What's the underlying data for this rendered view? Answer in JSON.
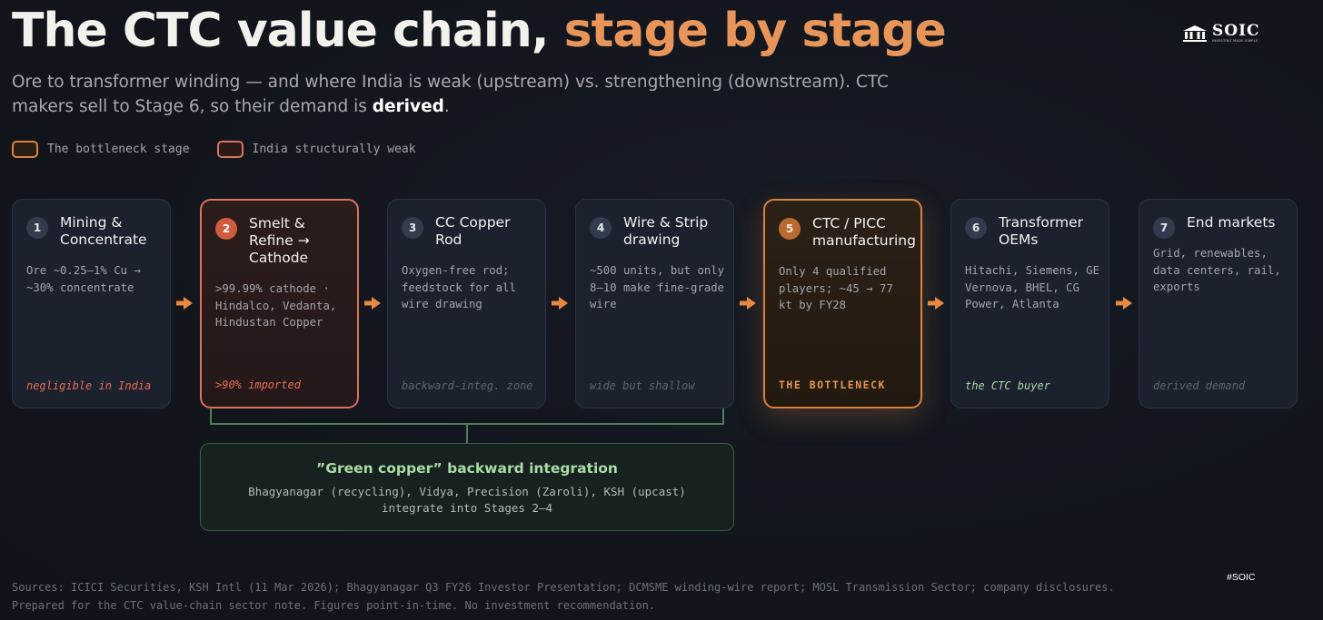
{
  "header": {
    "title_main": "The CTC value chain, ",
    "title_accent": "stage by stage",
    "subtitle_part1": "Ore to transformer winding — and where India is weak (upstream) vs. strengthening (downstream). CTC makers sell to Stage 6, so their demand is ",
    "subtitle_bold": "derived",
    "subtitle_end": "."
  },
  "logo": {
    "name": "SOIC",
    "tagline": "INVESTING MADE SIMPLE"
  },
  "legend": [
    {
      "label": "The bottleneck stage",
      "color": "#d9813f"
    },
    {
      "label": "India structurally weak",
      "color": "#d9735f"
    }
  ],
  "stages": [
    {
      "num": "1",
      "title": "Mining & Concentrate",
      "body": "Ore ~0.25–1% Cu → ~30% concentrate",
      "footer": "negligible in India",
      "style": "normal",
      "footer_style": "red"
    },
    {
      "num": "2",
      "title": "Smelt & Refine → Cathode",
      "body": ">99.99% cathode · Hindalco, Vedanta, Hindustan Copper",
      "footer": ">90% imported",
      "style": "weak",
      "footer_style": "red"
    },
    {
      "num": "3",
      "title": "CC Copper Rod",
      "body": "Oxygen-free rod; feedstock for all wire drawing",
      "footer": "backward-integ. zone",
      "style": "normal",
      "footer_style": "muted"
    },
    {
      "num": "4",
      "title": "Wire & Strip drawing",
      "body": "~500 units, but only 8–10 make fine-grade wire",
      "footer": "wide but shallow",
      "style": "normal",
      "footer_style": "muted"
    },
    {
      "num": "5",
      "title": "CTC / PICC manufacturing",
      "body": "Only 4 qualified players; ~45 → 77 kt by FY28",
      "footer": "THE BOTTLENECK",
      "style": "bottleneck",
      "footer_style": "orange"
    },
    {
      "num": "6",
      "title": "Transformer OEMs",
      "body": "Hitachi, Siemens, GE Vernova, BHEL, CG Power, Atlanta",
      "footer": "the CTC buyer",
      "style": "normal",
      "footer_style": "green"
    },
    {
      "num": "7",
      "title": "End markets",
      "body": "Grid, renewables, data centers, rail, exports",
      "footer": "derived demand",
      "style": "normal",
      "footer_style": "muted"
    }
  ],
  "green_box": {
    "title": "”Green copper” backward integration",
    "body_line1": "Bhagyanagar (recycling), Vidya, Precision (Zaroli), KSH (upcast)",
    "body_line2": "integrate into Stages 2–4"
  },
  "sources": {
    "line1": "Sources: ICICI Securities, KSH Intl (11 Mar 2026); Bhagyanagar Q3 FY26 Investor Presentation; DCMSME winding-wire report; MOSL Transmission Sector; company disclosures.",
    "line2": "Prepared for the CTC value-chain sector note. Figures point-in-time. No investment recommendation."
  },
  "hashtag": "#SOIC",
  "colors": {
    "accent": "#e8955a",
    "weak": "#d9735f",
    "green": "#a9dca7",
    "background": "#12151c"
  }
}
